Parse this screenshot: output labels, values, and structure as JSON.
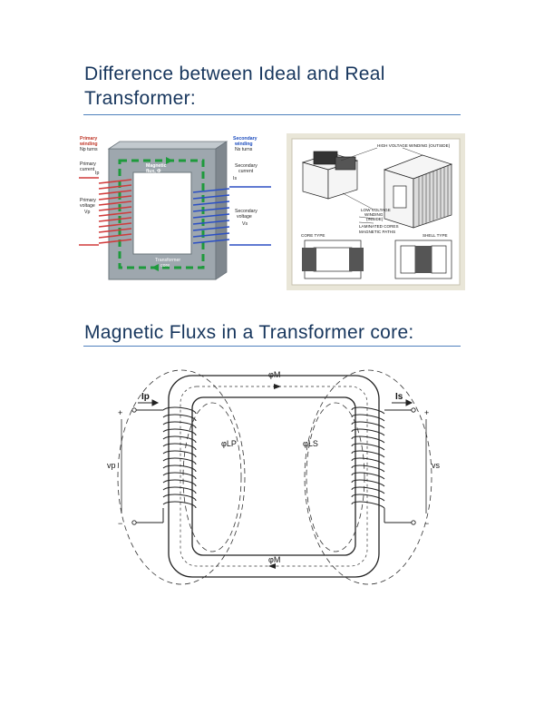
{
  "section1": {
    "heading_line1": "Difference between Ideal and Real",
    "heading_line2": "Transformer:"
  },
  "fig_core": {
    "primary_winding": "Primary",
    "primary_winding2": "winding",
    "primary_turns": "Np turns",
    "primary_current": "Primary",
    "primary_current2": "current",
    "primary_current_sym": "Ip",
    "primary_voltage": "Primary",
    "primary_voltage2": "voltage",
    "primary_voltage_sym": "Vp",
    "magnetic_flux": "Magnetic",
    "magnetic_flux2": "flux, Φ",
    "secondary_winding": "Secondary",
    "secondary_winding2": "winding",
    "secondary_turns": "Ns turns",
    "secondary_current": "Secondary",
    "secondary_current2": "current",
    "secondary_current_sym": "Is",
    "secondary_voltage": "Secondary",
    "secondary_voltage2": "voltage",
    "secondary_voltage_sym": "Vs",
    "core_label": "Transformer",
    "core_label2": "core"
  },
  "fig_types": {
    "hv_winding": "HIGH VOLTAGE WINDING (OUTSIDE)",
    "lv_winding": "LOW VOLTAGE",
    "lv_winding2": "WINDING",
    "lv_winding3": "(INSIDE)",
    "laminated_cores": "LAMINATED CORES",
    "magnetic_paths": "MAGNETIC PATHS",
    "core_type": "CORE TYPE",
    "shell_type": "SHELL TYPE"
  },
  "section2": {
    "heading": "Magnetic Fluxs in a Transformer core:"
  },
  "fig_flux": {
    "ip": "Ip",
    "is": "Is",
    "vp": "vp",
    "vs": "vs",
    "phi_m_top": "φM",
    "phi_m_bottom": "φM",
    "phi_lp": "φLP",
    "phi_ls": "φLS",
    "plus": "+",
    "minus": "−"
  }
}
